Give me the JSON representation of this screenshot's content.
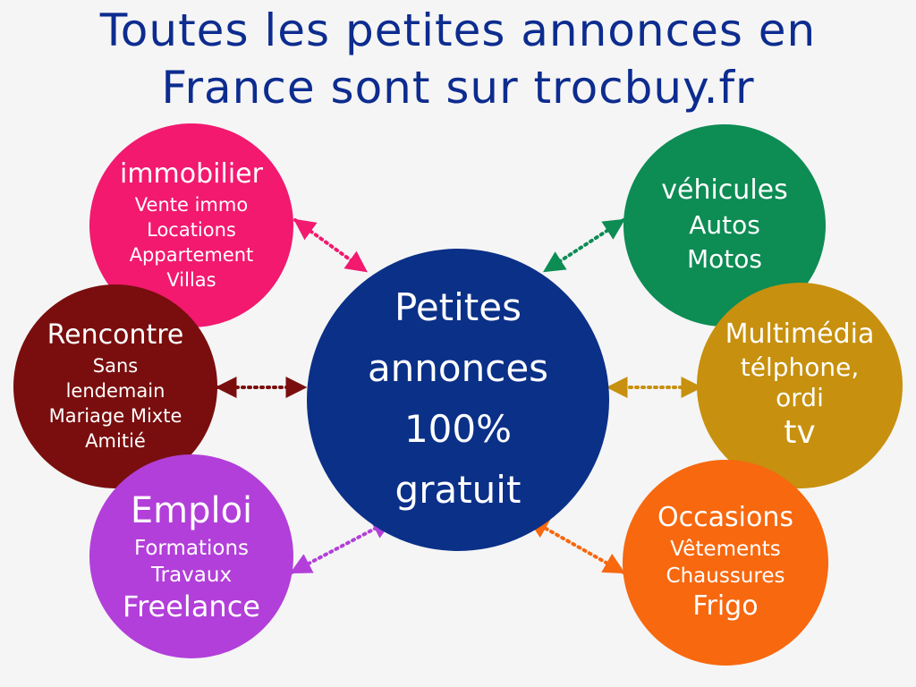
{
  "headline": {
    "line1": "Toutes les petites annonces en",
    "line2": "France sont sur trocbuy.fr",
    "color": "#0d2c8f"
  },
  "center": {
    "line1": "Petites",
    "line2": "annonces",
    "line3": "100%",
    "line4": "gratuit",
    "color": "#0b3088"
  },
  "categories": [
    {
      "title": "immobilier",
      "items": [
        "Vente immo",
        "Locations",
        "Appartement",
        "Villas"
      ],
      "color": "#f2196f"
    },
    {
      "title": "Rencontre",
      "items": [
        "Sans",
        "lendemain",
        "Mariage Mixte",
        "Amitié"
      ],
      "color": "#7a0e0e"
    },
    {
      "title": "Emploi",
      "items": [
        "Formations",
        "Travaux",
        "Freelance"
      ],
      "color": "#b23fd9"
    },
    {
      "title": "véhicules",
      "items": [
        "Autos",
        "Motos"
      ],
      "color": "#0d8c54"
    },
    {
      "title": "Multimédia",
      "items": [
        "télphone,",
        "ordi",
        "tv"
      ],
      "color": "#c7900e"
    },
    {
      "title": "Occasions",
      "items": [
        "Vêtements",
        "Chaussures",
        "Frigo"
      ],
      "color": "#f7680f"
    }
  ]
}
